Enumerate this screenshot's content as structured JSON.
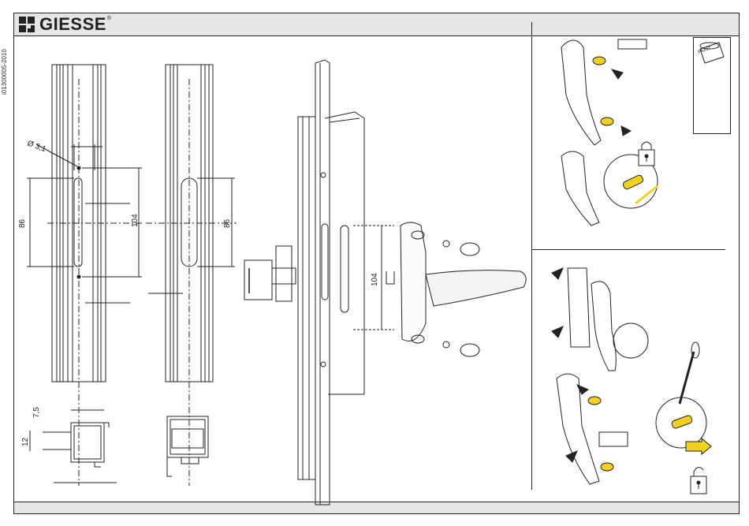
{
  "document": {
    "code": "i01300005-2010",
    "brand": {
      "name": "GIESSE",
      "registered": "®"
    }
  },
  "dimensions": {
    "hole_diameter": "Ø 3,1",
    "slot_length_left": "86",
    "center_distance": "104",
    "slot_length_right": "86",
    "handle_center_distance": "104",
    "profile_offset": "7,5",
    "profile_height": "12"
  },
  "panel_right_top": {
    "paint_label": "PAINT"
  },
  "colors": {
    "accent_yellow": "#f0d020",
    "line": "#222222",
    "header_bg": "#e6e6e6"
  },
  "icons": [
    "padlock-icon",
    "arrow-icon",
    "screwdriver-icon",
    "paint-can-icon"
  ]
}
